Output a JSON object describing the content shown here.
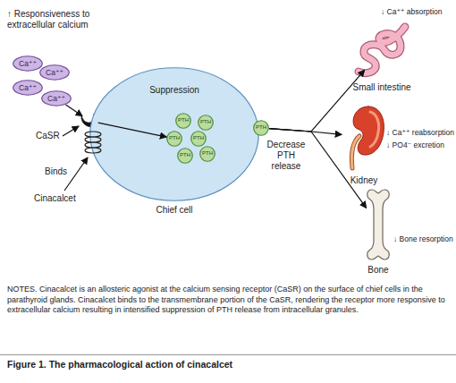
{
  "diagram": {
    "caption": "Figure 1. The pharmacological action of cinacalcet",
    "nodes": [
      {
        "text": [
          "Ca⁺⁺"
        ]
      },
      {
        "text": [
          "Ca⁺⁺"
        ]
      },
      {
        "text": [
          "Ca⁺⁺"
        ]
      },
      {
        "text": [
          "Ca⁺⁺"
        ]
      },
      {
        "text": [
          "CaSR"
        ]
      },
      {
        "text": [
          "Suppression",
          "Chief cell"
        ]
      },
      {
        "text": [
          "PTH"
        ],
        "in": 5
      },
      {
        "text": [
          "PTH"
        ],
        "in": 5
      },
      {
        "text": [
          "PTH"
        ],
        "in": 5
      },
      {
        "text": [
          "PTH"
        ],
        "in": 5
      },
      {
        "text": [
          "PTH"
        ],
        "in": 5
      },
      {
        "text": [
          "PTH"
        ],
        "in": 5
      },
      {
        "text": [
          "PTH"
        ]
      },
      {
        "text": [
          "Small intestine"
        ]
      },
      {
        "text": [
          "Kidney"
        ]
      },
      {
        "text": [
          "Bone"
        ]
      }
    ],
    "edges": [
      {
        "from": 3,
        "to": 4,
        "arrow": "to"
      },
      {
        "from": 4,
        "to": 8,
        "arrow": "to"
      },
      {
        "from": 12,
        "to": 13,
        "arrow": "to"
      },
      {
        "from": 12,
        "to": 14,
        "arrow": "to"
      },
      {
        "from": 12,
        "to": 15,
        "arrow": "to"
      }
    ],
    "labels": [
      "↑ Responsiveness to extracellular calcium",
      "Binds",
      "Cinacalcet",
      "Decrease PTH release",
      "↓ Ca⁺⁺ absorption",
      "↓ Ca⁺⁺ reabsorption",
      "↓ PO4⁻ excretion",
      "↓ Bone resorption",
      "NOTES. Cinacalcet is an allosteric agonist at the calcium sensing receptor (CaSR) on the surface of chief cells in the parathyroid glands. Cinacalcet binds to the transmembrane portion of the CaSR, rendering the receptor more responsive to extracellular calcium resulting in intensified suppression of PTH release from intracellular granules."
    ]
  }
}
